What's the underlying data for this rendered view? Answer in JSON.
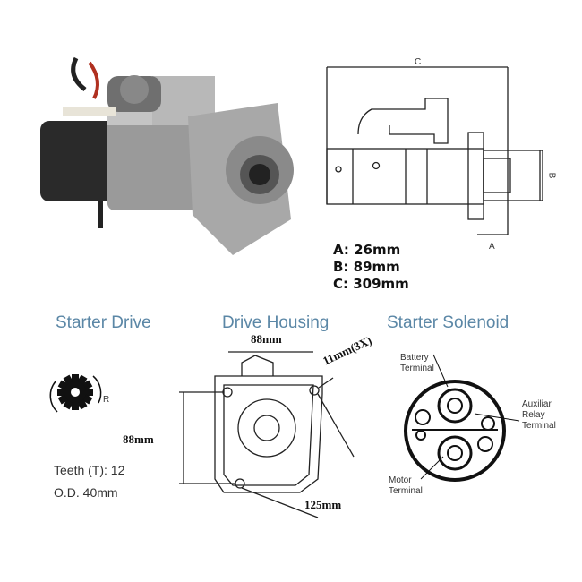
{
  "dimensions": {
    "a": "A: 26mm",
    "b": "B: 89mm",
    "c": "C: 309mm",
    "label_a": "A",
    "label_b": "B",
    "label_c": "C"
  },
  "starter_drive": {
    "title": "Starter Drive",
    "teeth": "Teeth (T):  12",
    "od": "O.D. 40mm",
    "rotation_label": "R"
  },
  "drive_housing": {
    "title": "Drive Housing",
    "top_dim": "88mm",
    "hole_dim": "11mm(3X)",
    "left_dim": "88mm",
    "diag_dim": "125mm"
  },
  "starter_solenoid": {
    "title": "Starter Solenoid",
    "battery_terminal": [
      "Battery",
      "Terminal"
    ],
    "aux_terminal": [
      "Auxiliar",
      "Relay",
      "Terminal"
    ],
    "motor_terminal": [
      "Motor",
      "Terminal"
    ]
  }
}
